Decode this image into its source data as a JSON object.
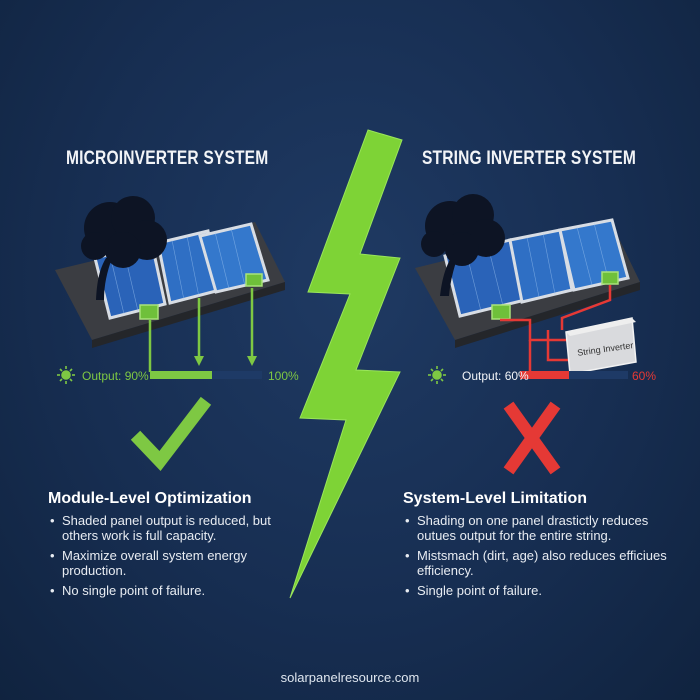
{
  "left": {
    "title": "MICROINVERTER SYSTEM",
    "output_label": "Output: 90%",
    "output_end_label": "100%",
    "output_level": 0.55,
    "heading": "Module-Level Optimization",
    "bullets": [
      "Shaded panel output is reduced, but others work is full capacity.",
      "Maximize overall system energy production.",
      "No single point of failure."
    ],
    "status_icon": "check-mark-icon",
    "accent_color": "#7ec843"
  },
  "right": {
    "title": "STRING INVERTER SYSTEM",
    "output_label": "Output: 60%",
    "output_end_label": "60%",
    "output_level": 0.45,
    "inverter_label": "String Inverter",
    "heading": "System-Level Limitation",
    "bullets": [
      "Shading on one panel drastictly reduces outues output for the entire string.",
      "Mistsmach (dirt, age) also reduces efficiues efficiency.",
      "Single point of failure."
    ],
    "status_icon": "cross-mark-icon",
    "accent_color": "#e53935"
  },
  "divider_icon": "lightning-bolt-icon",
  "footer": "solarpanelresource.com"
}
